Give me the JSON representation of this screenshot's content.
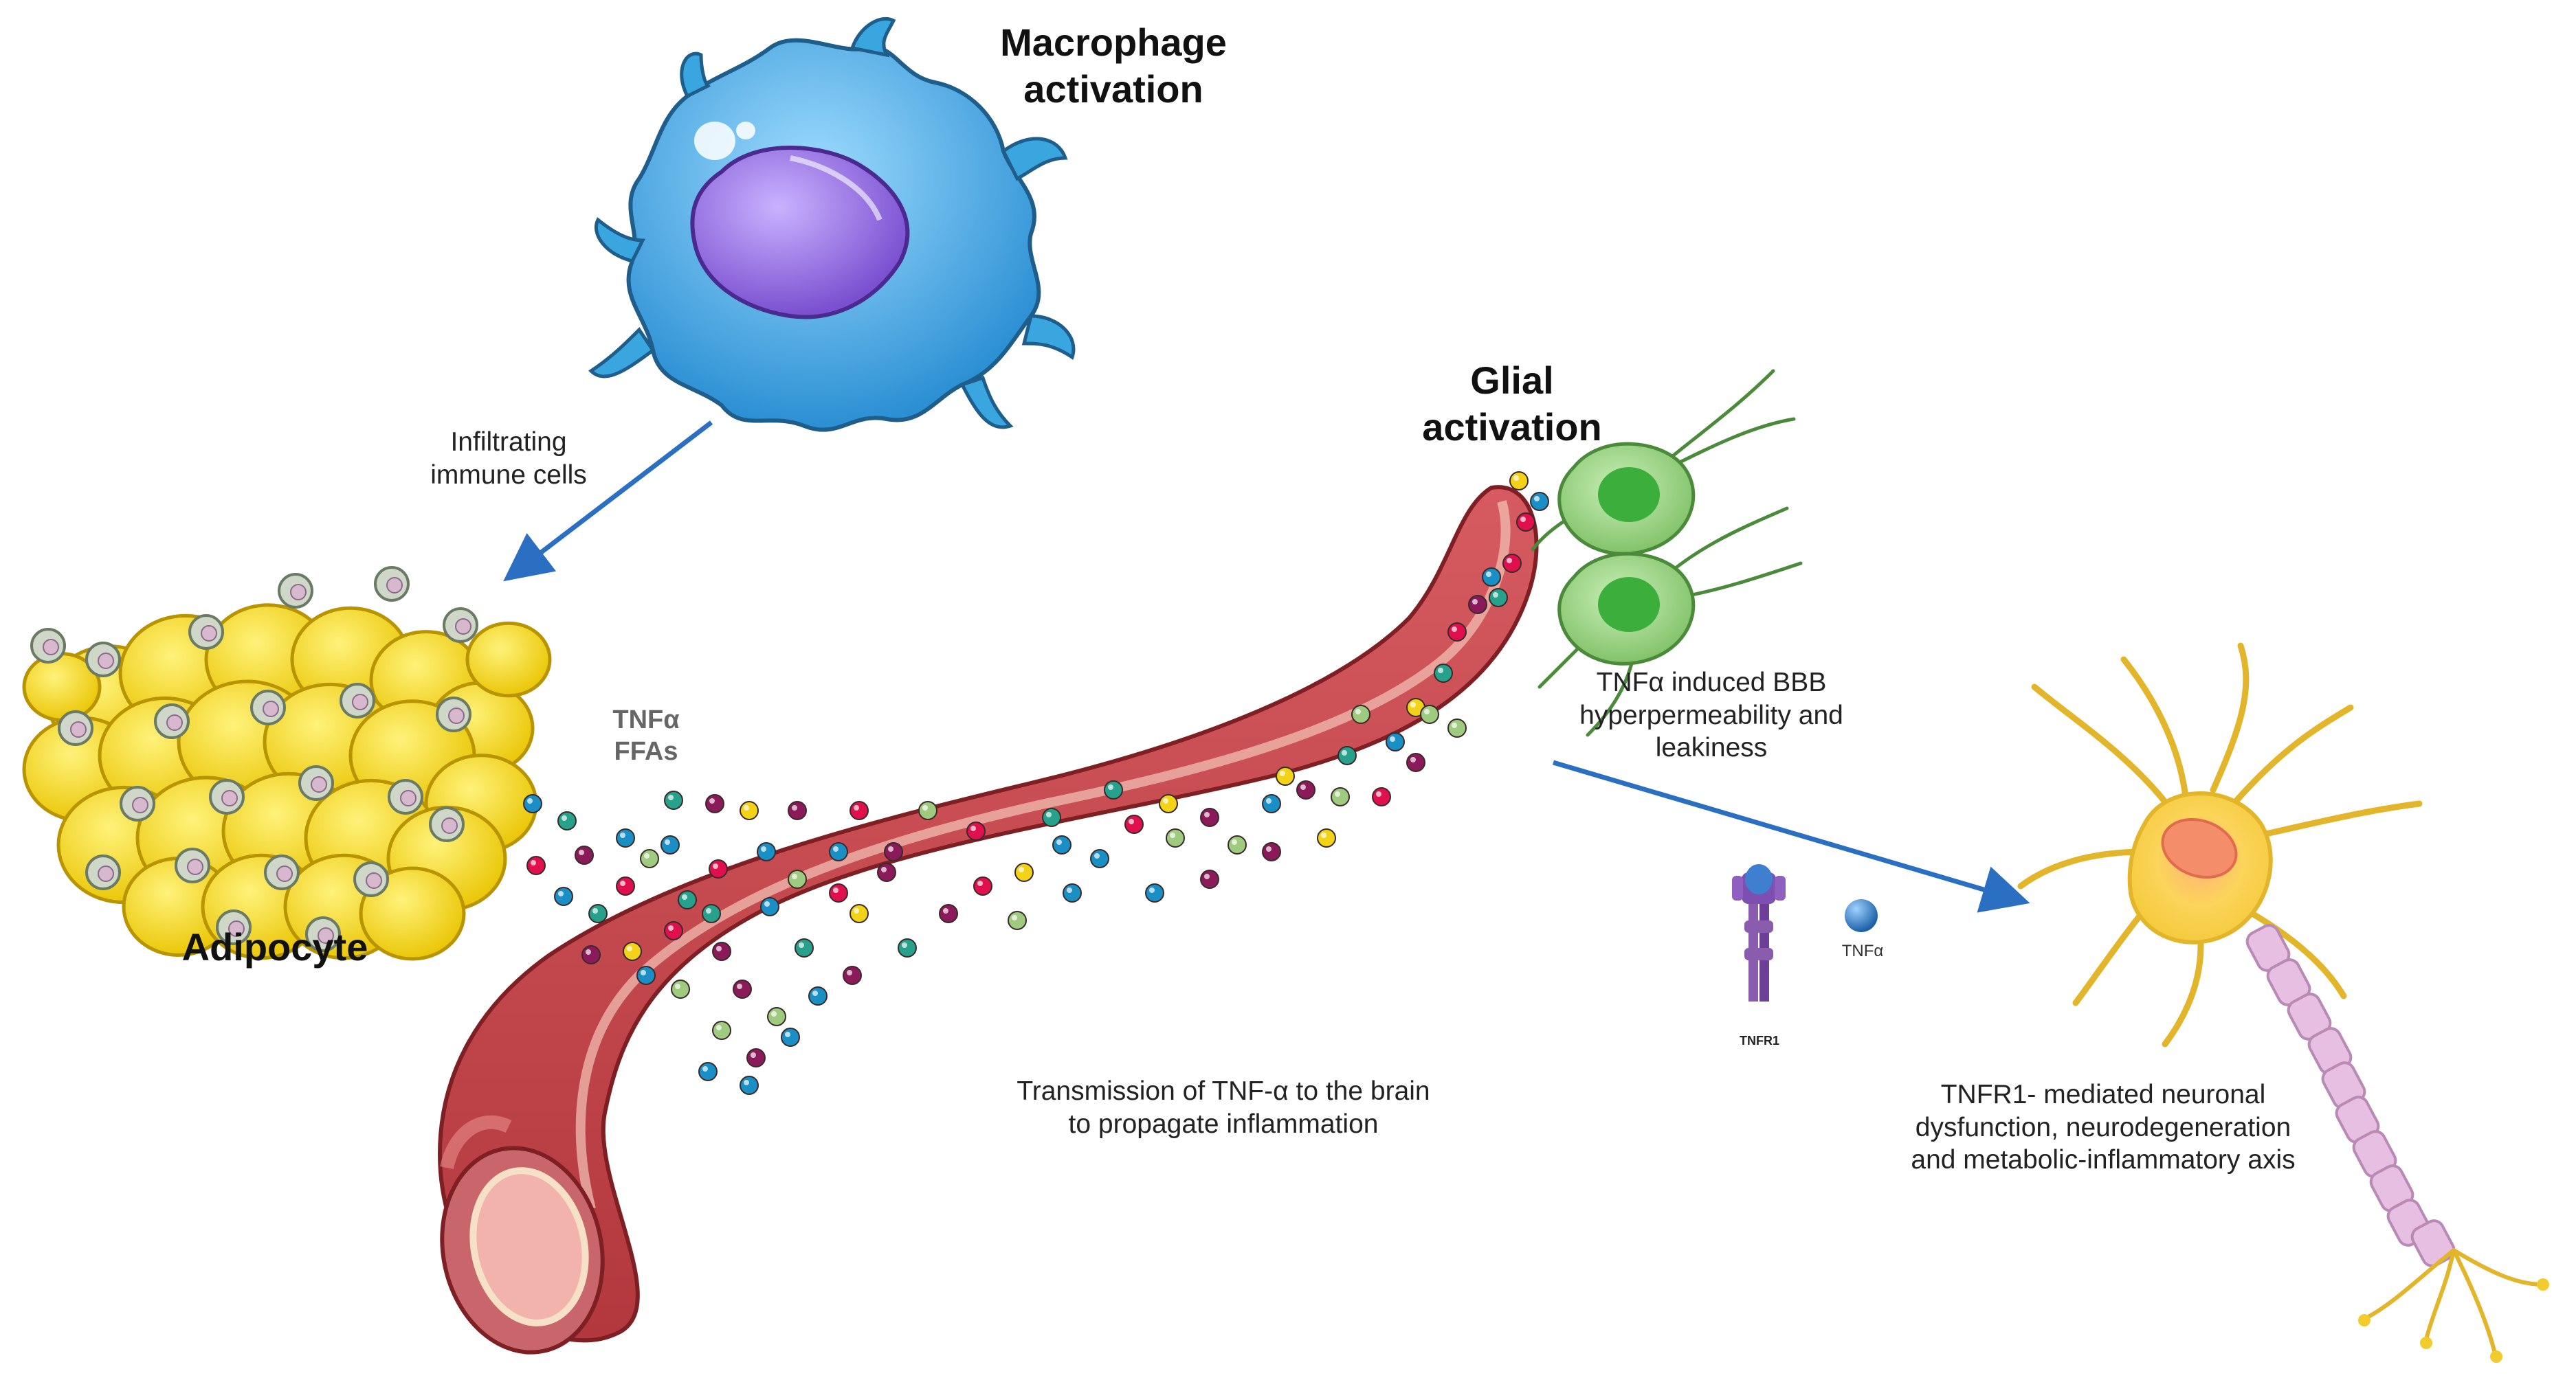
{
  "labels": {
    "macrophage": "Macrophage\nactivation",
    "infiltrating": "Infiltrating\nimmune cells",
    "adipocyte": "Adipocyte",
    "tnfa_ffas": "TNFα\nFFAs",
    "glial": "Glial\nactivation",
    "bbb": "TNFα induced BBB\nhyperpermeability and\nleakiness",
    "tnfr1": "TNFR1",
    "tnfa_legend": "TNFα",
    "transmission": "Transmission of TNF-α to the brain\nto propagate inflammation",
    "neuronal": "TNFR1- mediated neuronal\ndysfunction, neurodegeneration\nand metabolic-inflammatory axis"
  },
  "colors": {
    "arrow": "#2b6fc2",
    "vessel": "#c94a4f",
    "vessel_lumen": "#e7898a",
    "adipocyte": "#f7de1c",
    "macrophage": "#3aa6e0",
    "nucleus": "#9a6fe0",
    "glial": "#7fc26b",
    "neuron": "#f6d34a",
    "axon": "#e7bfe3"
  },
  "particle_colors": [
    "#e0104f",
    "#8b1a5b",
    "#1a8fc6",
    "#27a08c",
    "#f2d318",
    "#9ecb7f"
  ]
}
